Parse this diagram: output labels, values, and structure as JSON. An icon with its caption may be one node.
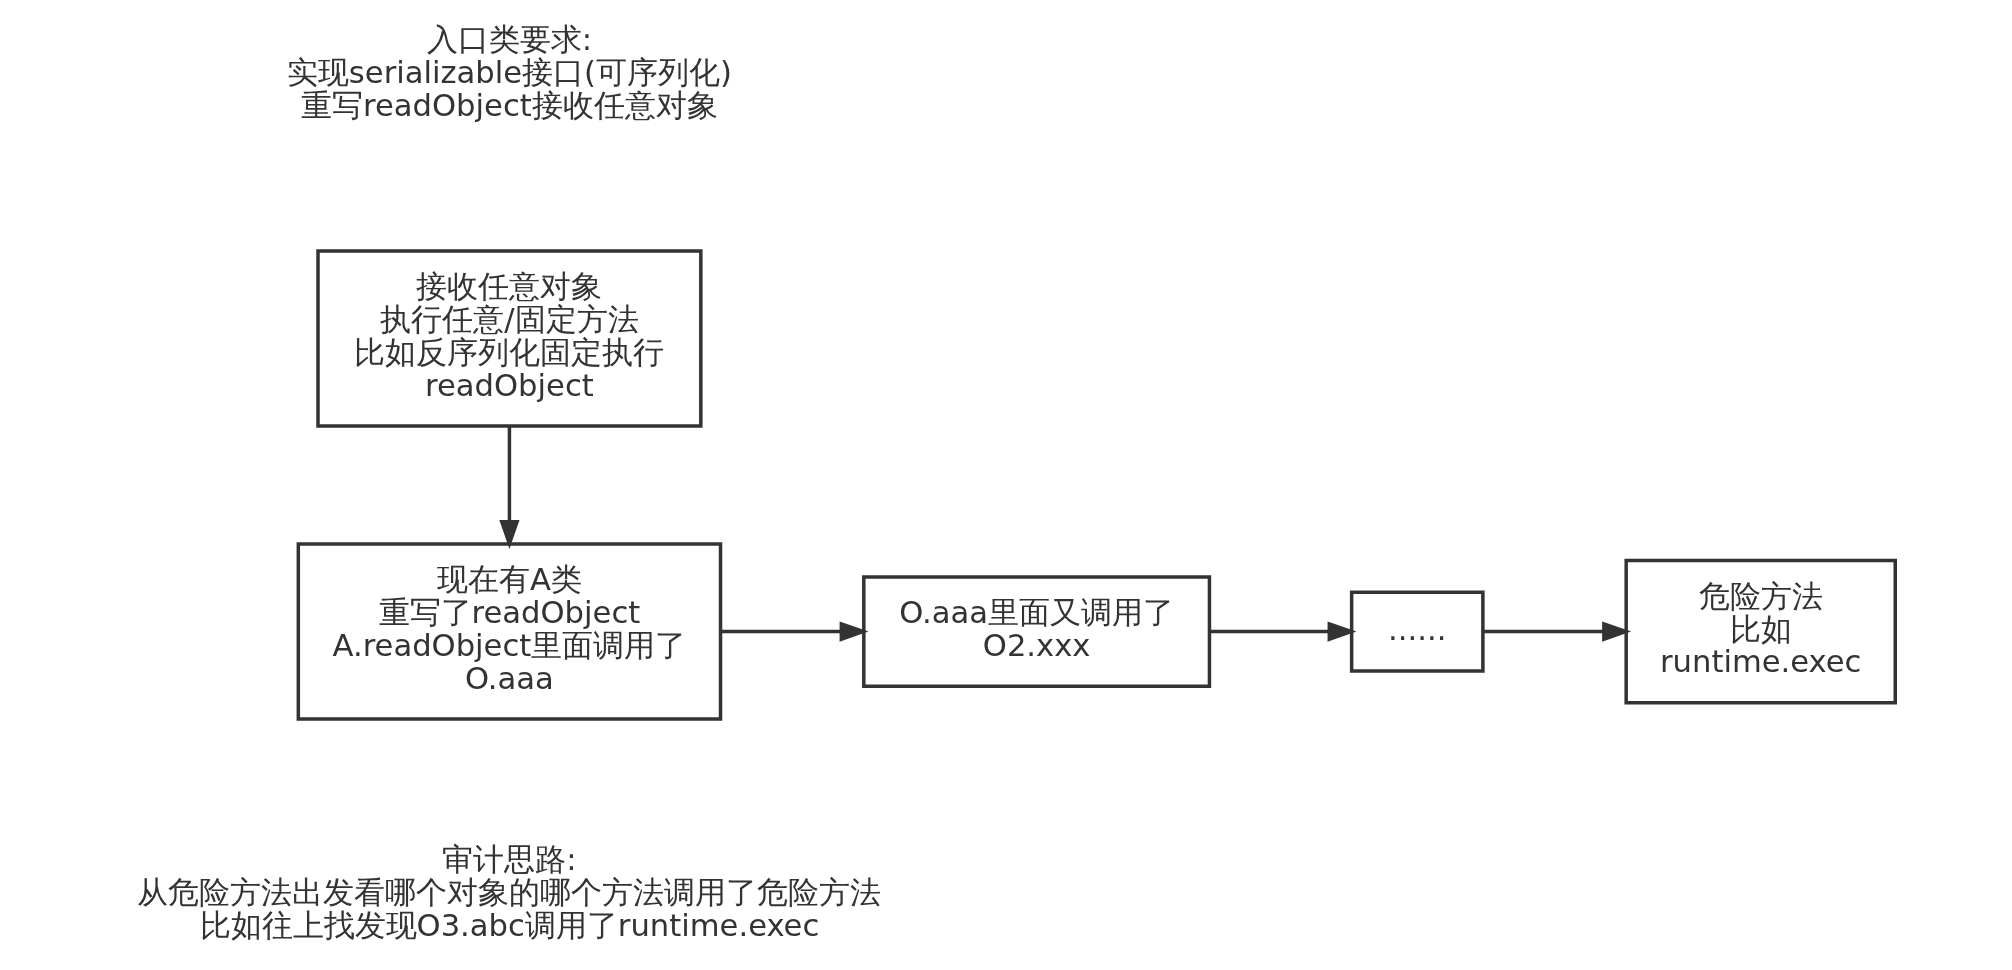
{
  "diagram": {
    "nodes": [
      {
        "text": [
          "接收任意对象",
          "执行任意/固定方法",
          "比如反序列化固定执行",
          "readObject"
        ]
      },
      {
        "text": [
          "现在有A类",
          "重写了readObject",
          "A.readObject里面调用了",
          "O.aaa"
        ]
      },
      {
        "text": [
          "O.aaa里面又调用了",
          "O2.xxx"
        ]
      },
      {
        "text": [
          "......"
        ]
      },
      {
        "text": [
          "危险方法",
          "比如",
          "runtime.exec"
        ]
      }
    ],
    "edges": [
      {
        "from": 0,
        "to": 1,
        "arrow": "to"
      },
      {
        "from": 1,
        "to": 2,
        "arrow": "to"
      },
      {
        "from": 2,
        "to": 3,
        "arrow": "to"
      },
      {
        "from": 3,
        "to": 4,
        "arrow": "to"
      }
    ],
    "labels": [
      "入口类要求:实现serializable接口(可序列化)重写readObject接收任意对象",
      "审计思路:从危险方法出发看哪个对象的哪个方法调用了危险方法比如往上找发现O3.abc调用了runtime.exec"
    ]
  }
}
